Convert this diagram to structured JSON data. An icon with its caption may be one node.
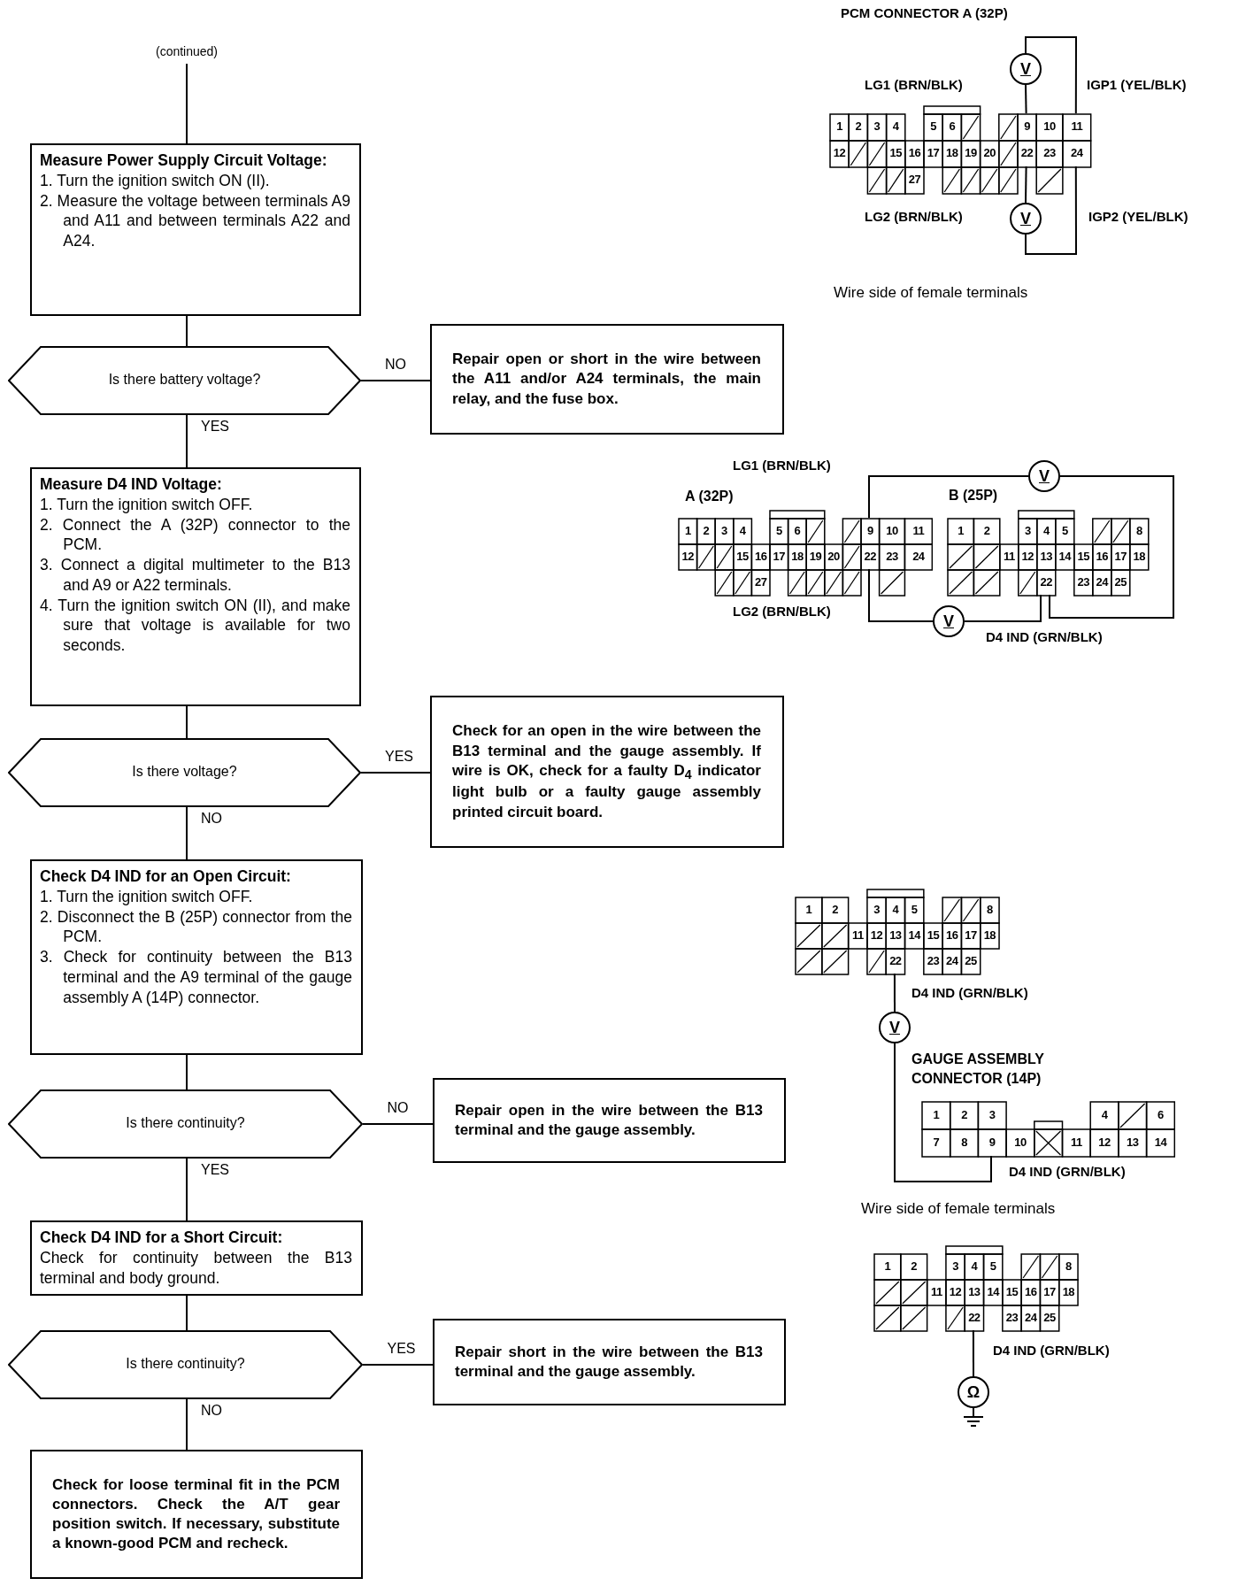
{
  "diagram": {
    "nodes": [
      {
        "text": [
          "(continued)"
        ]
      },
      {
        "text": [
          "Measure Power Supply Circuit Voltage:",
          "1. Turn the ignition switch ON (II).",
          "2. Measure the voltage between terminals A9 and A11 and between terminals A22 and A24."
        ]
      },
      {
        "text": [
          "Is there battery voltage?"
        ]
      },
      {
        "text": [
          "Repair open or short in the wire between the A11 and/or A24 terminals, the main relay, and the fuse box."
        ]
      },
      {
        "text": [
          "Measure D4 IND Voltage:",
          "1. Turn the ignition switch OFF.",
          "2. Connect the A (32P) connector to the PCM.",
          "3. Connect a digital multimeter to the B13 and A9 or A22 terminals.",
          "4. Turn the ignition switch ON (II), and make sure that voltage is available for two seconds."
        ]
      },
      {
        "text": [
          "Is there voltage?"
        ]
      },
      {
        "text": [
          "Check for an open in the wire between the B13 terminal and the gauge assembly. If wire is OK, check for a faulty D$_{4}$ indicator light bulb or a faulty gauge assembly printed circuit board."
        ]
      },
      {
        "text": [
          "Check D4 IND for an Open Circuit:",
          "1. Turn the ignition switch OFF.",
          "2. Disconnect the B (25P) connector from the PCM.",
          "3. Check for continuity between the B13 terminal and the A9 terminal of the gauge assembly A (14P) connector."
        ]
      },
      {
        "text": [
          "Is there continuity?"
        ]
      },
      {
        "text": [
          "Repair open in the wire between the B13 terminal and the gauge assembly."
        ]
      },
      {
        "text": [
          "Check D4 IND for a Short Circuit:",
          "Check for continuity between the B13 terminal and body ground."
        ]
      },
      {
        "text": [
          "Is there continuity?"
        ]
      },
      {
        "text": [
          "Repair short in the wire between the B13 terminal and the gauge assembly."
        ]
      },
      {
        "text": [
          "Check for loose terminal fit in the PCM connectors. Check the A/T gear position switch. If necessary, substitute a known-good PCM and recheck."
        ]
      },
      {
        "text": [
          "1",
          "2",
          "3",
          "4",
          "5",
          "6",
          "9",
          "10",
          "11",
          "12",
          "15",
          "16",
          "17",
          "18",
          "19",
          "20",
          "22",
          "23",
          "24",
          "27"
        ]
      },
      {
        "text": [
          "V"
        ]
      },
      {
        "text": [
          "V"
        ]
      },
      {
        "text": [
          "1",
          "2",
          "3",
          "4",
          "5",
          "6",
          "9",
          "10",
          "11",
          "12",
          "15",
          "16",
          "17",
          "18",
          "19",
          "20",
          "22",
          "23",
          "24",
          "27"
        ],
        "beside": [
          "A (32P)"
        ]
      },
      {
        "text": [
          "1",
          "2",
          "3",
          "4",
          "5",
          "8",
          "11",
          "12",
          "13",
          "14",
          "15",
          "16",
          "17",
          "18",
          "22",
          "23",
          "24",
          "25"
        ],
        "beside": [
          "B (25P)"
        ]
      },
      {
        "text": [
          "V"
        ]
      },
      {
        "text": [
          "V"
        ]
      },
      {
        "text": [
          "1",
          "2",
          "3",
          "4",
          "5",
          "8",
          "11",
          "12",
          "13",
          "14",
          "15",
          "16",
          "17",
          "18",
          "22",
          "23",
          "24",
          "25"
        ]
      },
      {
        "text": [
          "V"
        ]
      },
      {
        "text": [
          "1",
          "2",
          "3",
          "4",
          "6",
          "7",
          "8",
          "9",
          "10",
          "11",
          "12",
          "13",
          "14"
        ],
        "beside": [
          "GAUGE ASSEMBLY CONNECTOR (14P)"
        ]
      },
      {
        "text": [
          "1",
          "2",
          "3",
          "4",
          "5",
          "8",
          "11",
          "12",
          "13",
          "14",
          "15",
          "16",
          "17",
          "18",
          "22",
          "23",
          "24",
          "25"
        ]
      },
      {
        "text": [
          "Ω"
        ]
      },
      {
        "text": [],
        "shape": "ground"
      }
    ],
    "edges": [
      {
        "from": 0,
        "to": 1,
        "arrow": "none"
      },
      {
        "from": 1,
        "to": 2,
        "arrow": "none"
      },
      {
        "from": 2,
        "to": 3,
        "arrow": "none",
        "label": "NO"
      },
      {
        "from": 2,
        "to": 4,
        "arrow": "none",
        "label": "YES"
      },
      {
        "from": 4,
        "to": 5,
        "arrow": "none"
      },
      {
        "from": 5,
        "to": 6,
        "arrow": "none",
        "label": "YES"
      },
      {
        "from": 5,
        "to": 7,
        "arrow": "none",
        "label": "NO"
      },
      {
        "from": 7,
        "to": 8,
        "arrow": "none"
      },
      {
        "from": 8,
        "to": 9,
        "arrow": "none",
        "label": "NO"
      },
      {
        "from": 8,
        "to": 10,
        "arrow": "none",
        "label": "YES"
      },
      {
        "from": 10,
        "to": 11,
        "arrow": "none"
      },
      {
        "from": 11,
        "to": 12,
        "arrow": "none",
        "label": "YES"
      },
      {
        "from": 11,
        "to": 13,
        "arrow": "none",
        "label": "NO"
      },
      {
        "from": 15,
        "to": 14,
        "arrow": "none"
      },
      {
        "from": 15,
        "to": 14,
        "arrow": "none"
      },
      {
        "from": 16,
        "to": 14,
        "arrow": "none"
      },
      {
        "from": 16,
        "to": 14,
        "arrow": "none"
      },
      {
        "from": 19,
        "to": 17,
        "arrow": "none"
      },
      {
        "from": 19,
        "to": 18,
        "arrow": "none"
      },
      {
        "from": 20,
        "to": 17,
        "arrow": "none"
      },
      {
        "from": 20,
        "to": 18,
        "arrow": "none"
      },
      {
        "from": 22,
        "to": 21,
        "arrow": "none"
      },
      {
        "from": 22,
        "to": 23,
        "arrow": "none"
      },
      {
        "from": 25,
        "to": 24,
        "arrow": "none"
      },
      {
        "from": 25,
        "to": 26,
        "arrow": "none"
      }
    ],
    "labels": [
      "PCM CONNECTOR A (32P)",
      "LG1 (BRN/BLK)",
      "IGP1 (YEL/BLK)",
      "LG2 (BRN/BLK)",
      "IGP2 (YEL/BLK)",
      "Wire side of female terminals",
      "LG1 (BRN/BLK)",
      "LG2 (BRN/BLK)",
      "D4 IND (GRN/BLK)",
      "D4 IND (GRN/BLK)",
      "D4 IND (GRN/BLK)",
      "Wire side of female terminals",
      "D4 IND (GRN/BLK)"
    ]
  }
}
